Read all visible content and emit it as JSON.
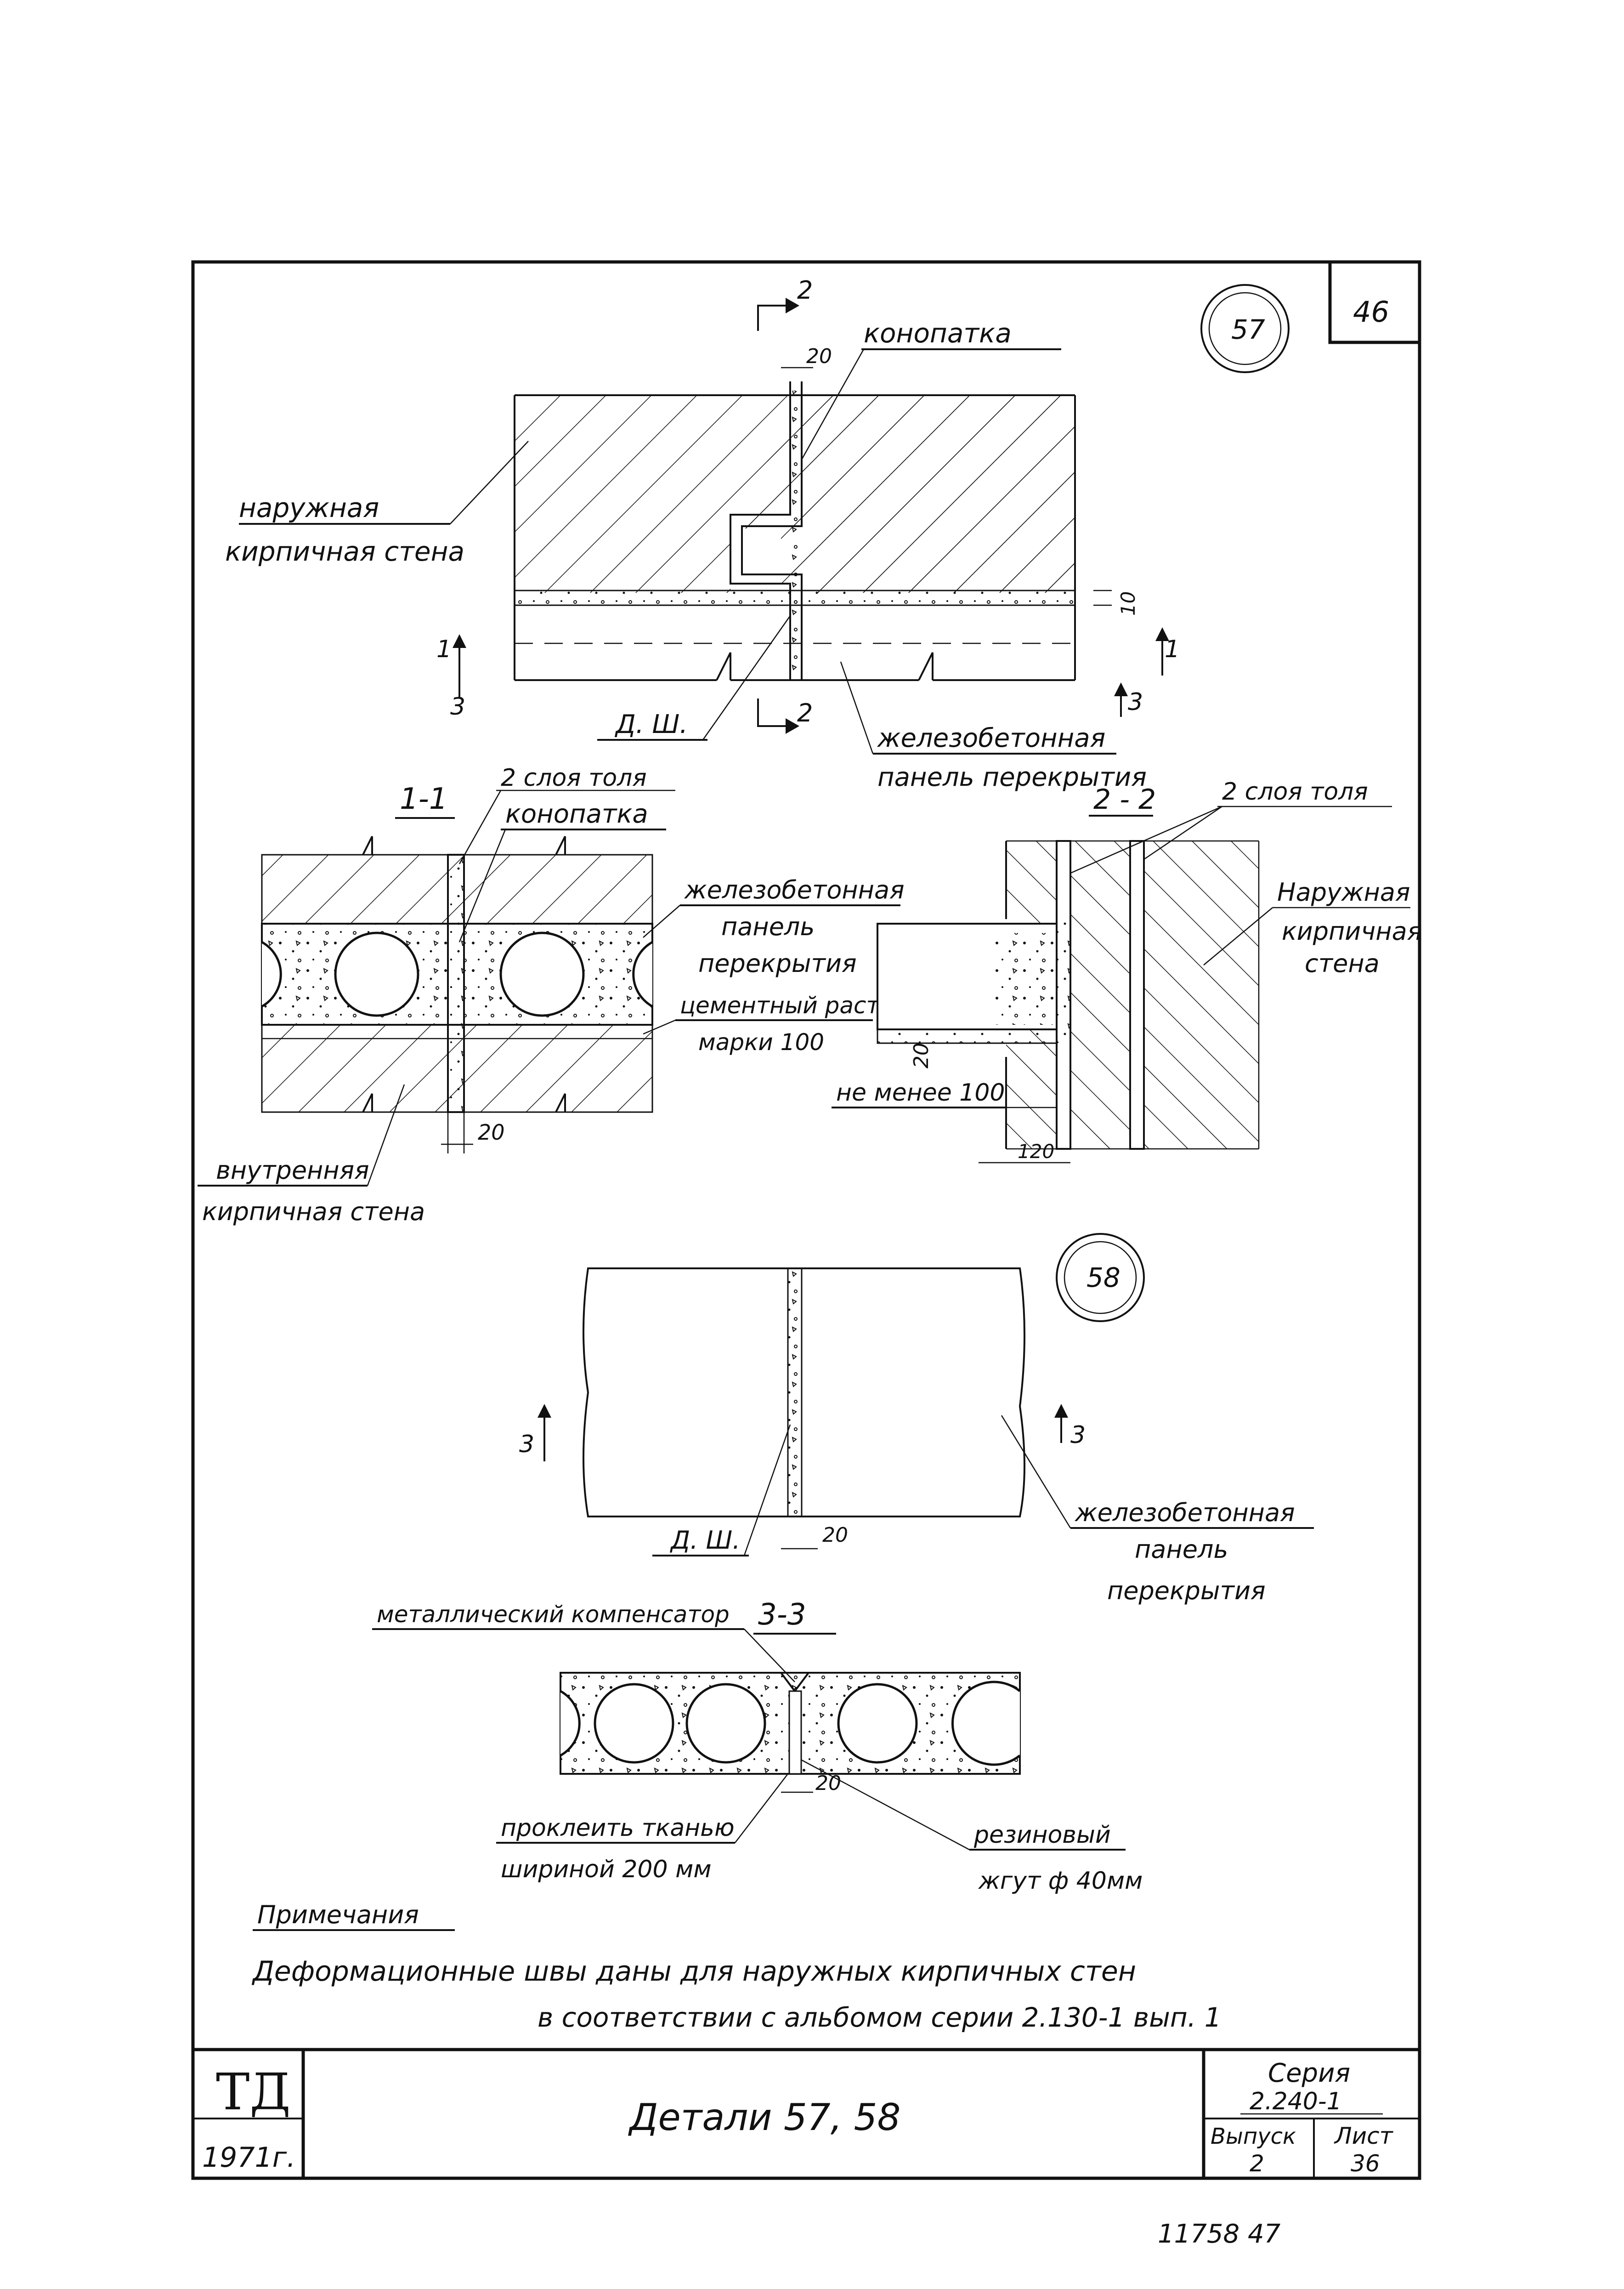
{
  "sheet": {
    "corner_number": "46",
    "page_footer": "11758   47"
  },
  "detail57": {
    "circle_label": "57",
    "plan": {
      "section_2_top": "2",
      "section_2_bottom": "2",
      "dim_20": "20",
      "dim_10": "10",
      "label_konopatka": "конопатка",
      "label_outer_wall_1": "наружная",
      "label_outer_wall_2": "кирпичная стена",
      "label_dsh": "Д. Ш.",
      "label_panel_1": "железобетонная",
      "label_panel_2": "панель перекрытия",
      "sec1_left": "1",
      "sec1_right": "1",
      "sec3_left": "3",
      "sec3_right": "3"
    },
    "section11": {
      "title": "1-1",
      "label_2layers": "2 слоя толя",
      "label_konopatka": "конопатка",
      "label_panel_1": "железобетонная",
      "label_panel_2": "панель",
      "label_panel_3": "перекрытия",
      "label_mortar_1": "цементный раствор",
      "label_mortar_2": "марки 100",
      "dim_20": "20",
      "label_inner_wall_1": "внутренняя",
      "label_inner_wall_2": "кирпичная стена"
    },
    "section22": {
      "title": "2 - 2",
      "label_2layers": "2 слоя толя",
      "label_outer_1": "Наружная",
      "label_outer_2": "кирпичная",
      "label_outer_3": "стена",
      "dim_20": "20",
      "label_min100": "не менее 100",
      "dim_120": "120"
    }
  },
  "detail58": {
    "circle_label": "58",
    "plan": {
      "sec3_left": "3",
      "sec3_right": "3",
      "label_dsh": "Д. Ш.",
      "dim_20": "20",
      "label_panel_1": "железобетонная",
      "label_panel_2": "панель",
      "label_panel_3": "перекрытия"
    },
    "section33": {
      "title": "3-3",
      "label_compensator": "металлический компенсатор",
      "dim_20": "20",
      "label_fabric_1": "проклеить тканью",
      "label_fabric_2": "шириной   200 мм",
      "label_rubber_1": "резиновый",
      "label_rubber_2": "жгут ф 40мм"
    }
  },
  "notes": {
    "heading": "Примечания",
    "line1": "Деформационные   швы  даны  для  наружных  кирпичных  стен",
    "line2": "в  соответствии  с  альбомом   серии  2.130-1  вып. 1"
  },
  "title_block": {
    "logo": "ТД",
    "year": "1971г.",
    "title": "Детали 57, 58",
    "series_label": "Серия",
    "series_value": "2.240-1",
    "issue_label": "Выпуск",
    "issue_value": "2",
    "sheet_label": "Лист",
    "sheet_value": "36"
  }
}
